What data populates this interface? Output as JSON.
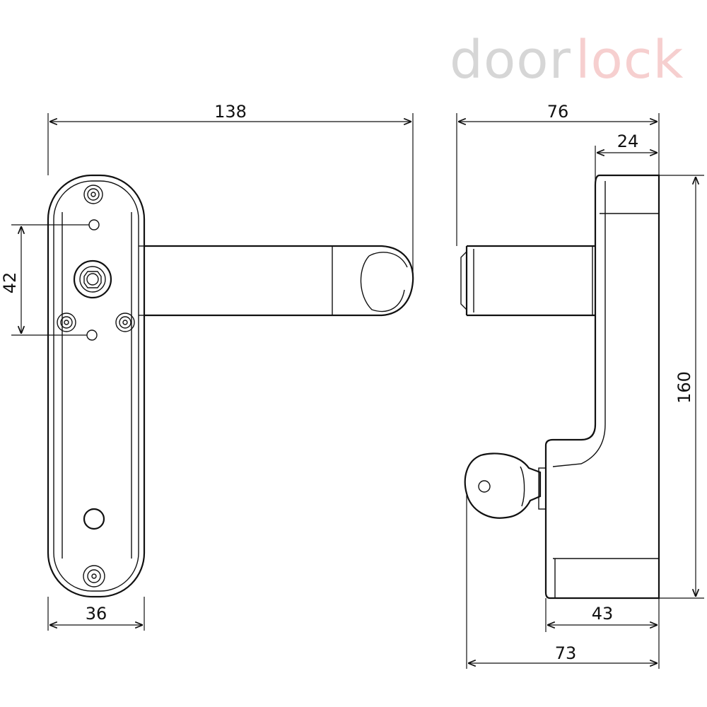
{
  "brand": {
    "part1": "door",
    "part2": "lock",
    "color_part1": "#d6d6d6",
    "color_part2": "#f6cfcf"
  },
  "dimensions": {
    "overall_length": "138",
    "plate_hole_spacing": "42",
    "plate_width": "36",
    "side_depth": "76",
    "offset_top": "24",
    "plate_height": "160",
    "lower_depth": "43",
    "depth_with_key": "73"
  },
  "colors": {
    "line": "#111111",
    "background": "#ffffff"
  }
}
